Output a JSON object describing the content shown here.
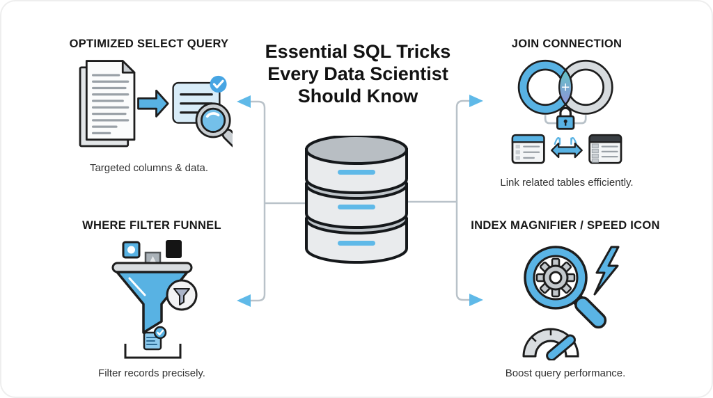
{
  "title": {
    "lines": [
      "Essential SQL Tricks",
      "Every Data Scientist",
      "Should Know"
    ]
  },
  "colors": {
    "accent_blue": "#58b2e3",
    "light_blue_fill": "#d8ecf8",
    "outline_dark": "#1d1d1d",
    "gray_fill": "#d9dde0",
    "connector_gray": "#b9c2c9",
    "arrowhead_blue": "#5fb9e8",
    "venn_gradient_top": "#62c5c8",
    "venn_gradient_bottom": "#8f92d6",
    "table_header_dark": "#3a3f44",
    "check_badge_blue": "#47a5e3"
  },
  "sections": {
    "select": {
      "heading": "OPTIMIZED SELECT QUERY",
      "caption": "Targeted columns & data."
    },
    "join": {
      "heading": "JOIN CONNECTION",
      "caption": "Link related tables efficiently.",
      "overlap_symbol": "+"
    },
    "where": {
      "heading": "WHERE FILTER FUNNEL",
      "caption": "Filter records precisely."
    },
    "index": {
      "heading": "INDEX MAGNIFIER / SPEED ICON",
      "caption": "Boost query performance."
    }
  }
}
